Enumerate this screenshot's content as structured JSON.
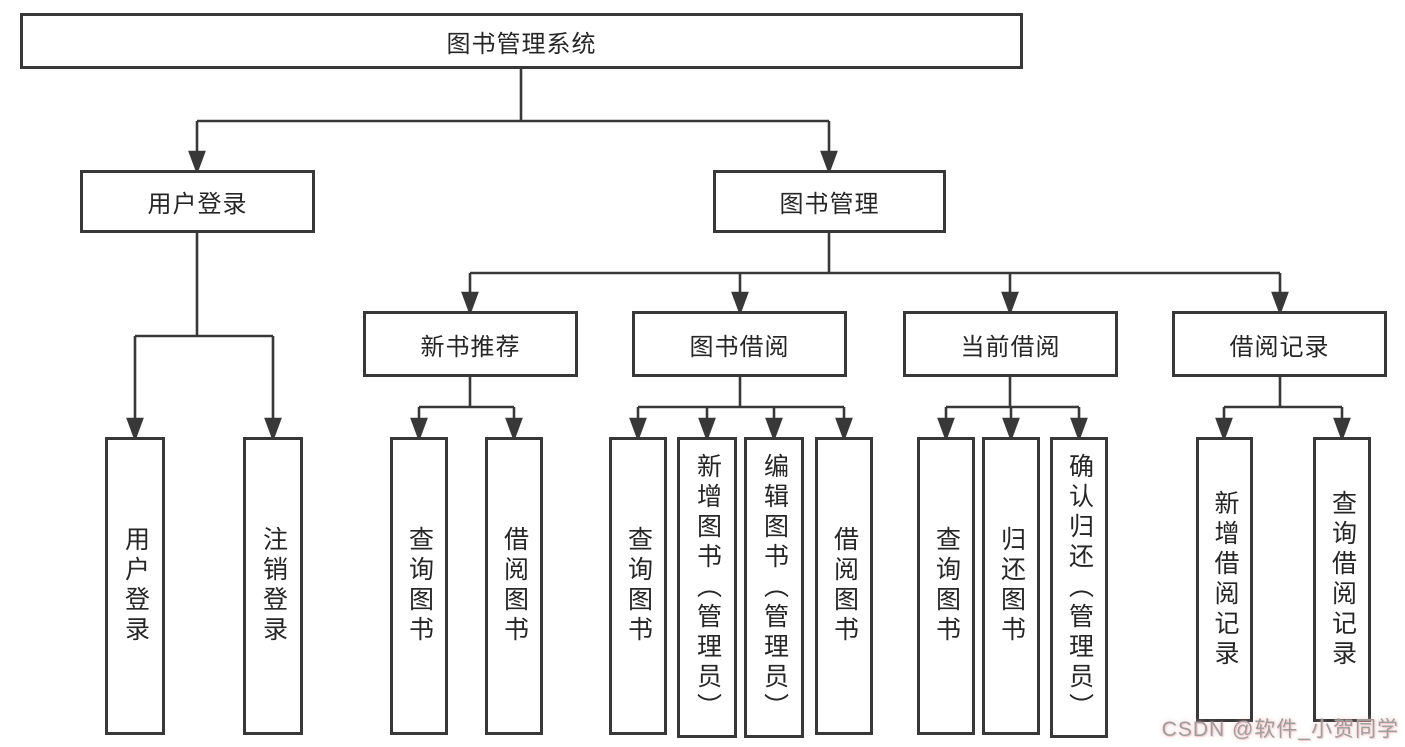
{
  "tree": {
    "label": "图书管理系统",
    "children": [
      {
        "label": "用户登录",
        "children": [
          {
            "label": "用户登录"
          },
          {
            "label": "注销登录"
          }
        ]
      },
      {
        "label": "图书管理",
        "children": [
          {
            "label": "新书推荐",
            "children": [
              {
                "label": "查询图书"
              },
              {
                "label": "借阅图书"
              }
            ]
          },
          {
            "label": "图书借阅",
            "children": [
              {
                "label": "查询图书"
              },
              {
                "label": "新增图书（管理员）"
              },
              {
                "label": "编辑图书（管理员）"
              },
              {
                "label": "借阅图书"
              }
            ]
          },
          {
            "label": "当前借阅",
            "children": [
              {
                "label": "查询图书"
              },
              {
                "label": "归还图书"
              },
              {
                "label": "确认归还（管理员）"
              }
            ]
          },
          {
            "label": "借阅记录",
            "children": [
              {
                "label": "新增借阅记录"
              },
              {
                "label": "查询借阅记录"
              }
            ]
          }
        ]
      }
    ]
  },
  "watermark": {
    "text": "CSDN @软件_小贺同学"
  },
  "colors": {
    "line": "#383838",
    "box_border": "#383838",
    "text": "#262626",
    "background": "#ffffff",
    "watermark_text": "#9e9e9e",
    "watermark_tint": "#f0b9b9"
  }
}
